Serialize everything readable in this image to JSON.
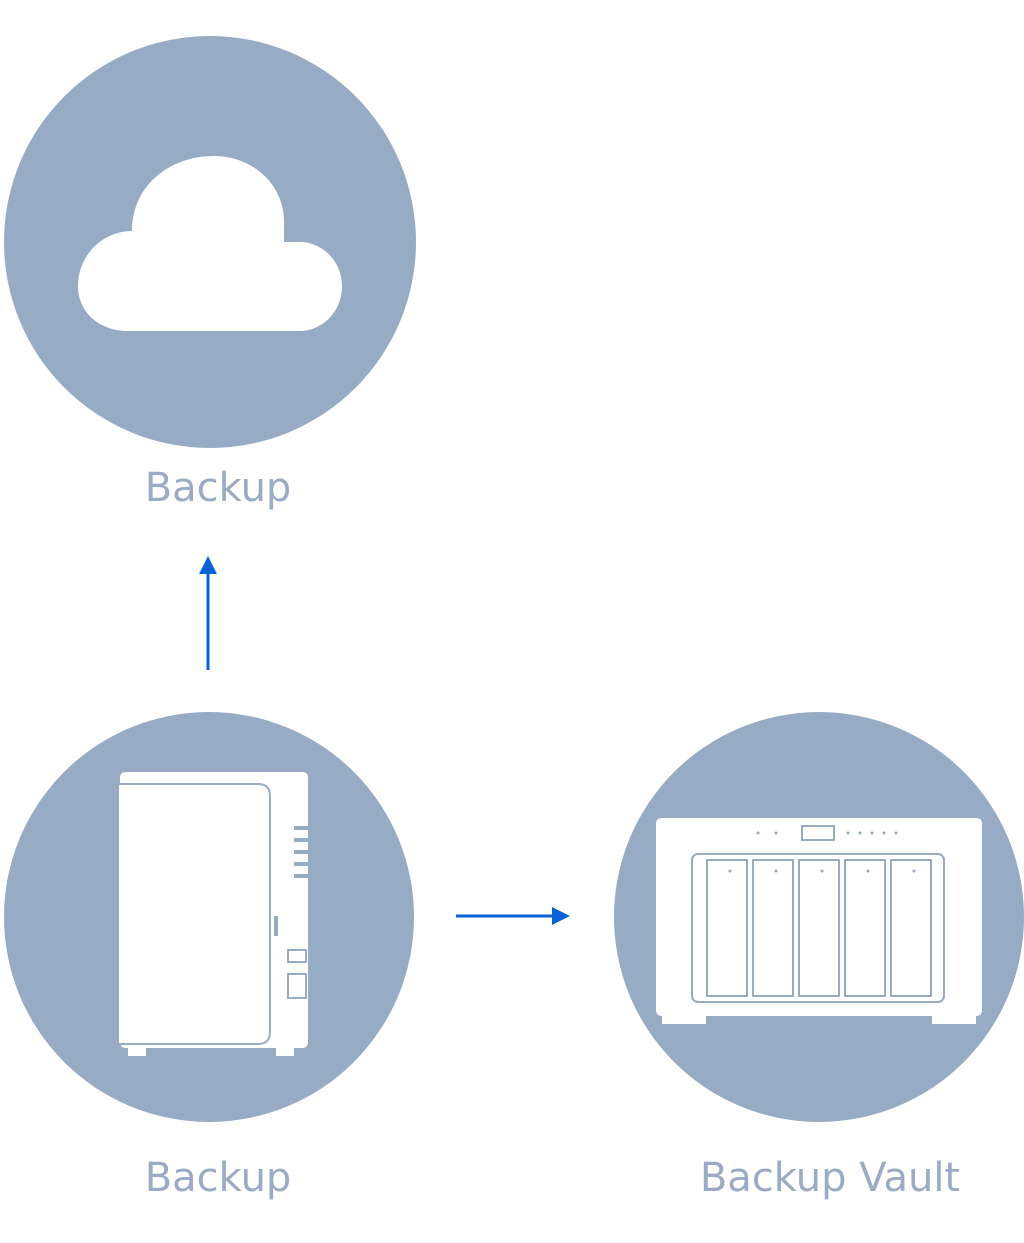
{
  "nodes": {
    "cloud": {
      "label": "Backup",
      "icon": "cloud-icon"
    },
    "nas": {
      "label": "Backup",
      "icon": "nas-2bay-icon"
    },
    "vault": {
      "label": "Backup Vault",
      "icon": "nas-5bay-icon"
    }
  },
  "edges": [
    {
      "from": "nas",
      "to": "cloud"
    },
    {
      "from": "nas",
      "to": "vault"
    }
  ],
  "colors": {
    "circle": "#98abc4",
    "label": "#9aabc3",
    "arrow": "#0a63d6",
    "icon_fill": "#ffffff"
  }
}
